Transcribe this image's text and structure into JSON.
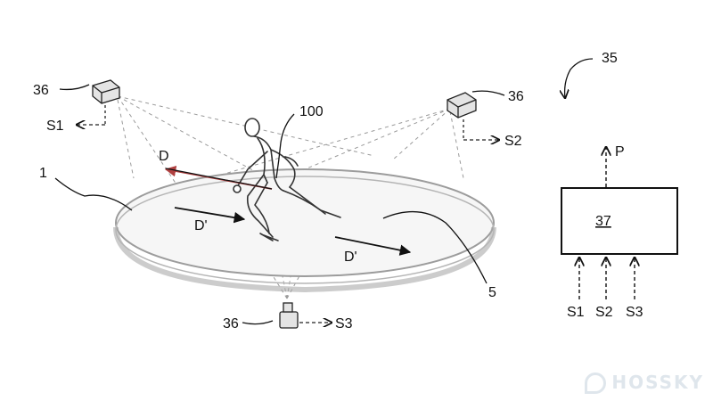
{
  "labels": {
    "system": "35",
    "camera": "36",
    "subject": "100",
    "rink": "1",
    "surface": "5",
    "direction": "D",
    "direction_prime": "D'",
    "processor": "37",
    "output": "P",
    "signals": [
      "S1",
      "S2",
      "S3"
    ]
  },
  "watermark": "HOSSKY",
  "colors": {
    "ink": "#111111",
    "red_arrow": "#b04040",
    "projection": "#9a9a9a"
  }
}
